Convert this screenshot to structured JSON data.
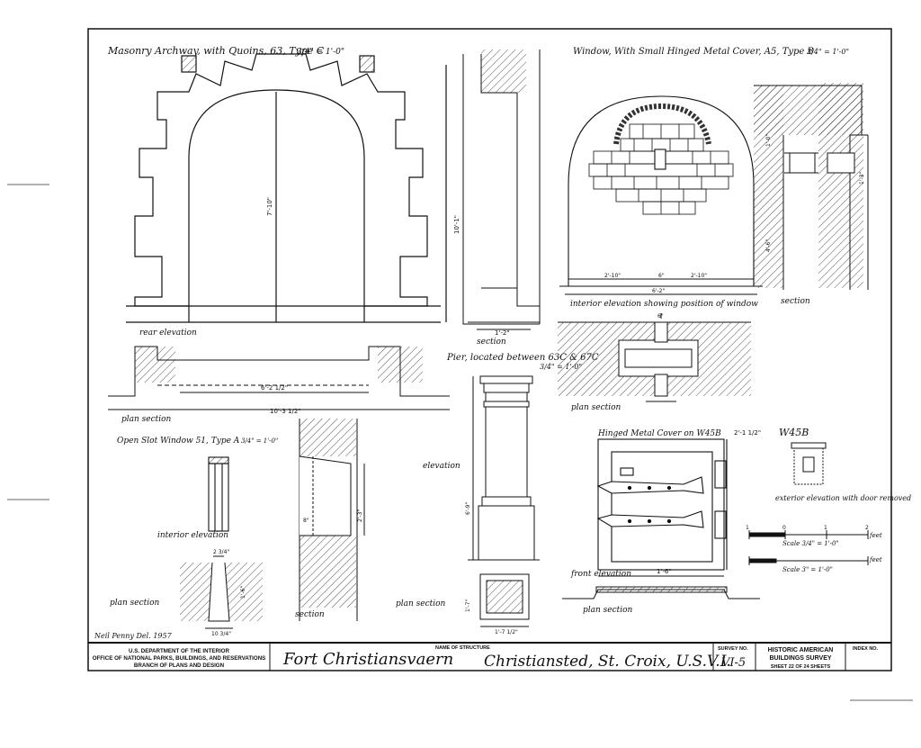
{
  "drawing": {
    "arch_title": "Masonry Archway, with Quoins, 63, Type C",
    "arch_scale": "3/4\" = 1'-0\"",
    "arch_height_dim": "7'-10\"",
    "arch_side_dim": "10'-1\"",
    "rear_elevation": "rear elevation",
    "plan_section_1": "plan section",
    "arch_inner_width": "6'-2 1/2\"",
    "arch_outer_width": "10'-3 1/2\"",
    "mid_section": "section",
    "mid_width": "1'-2\"",
    "window_title": "Window, With Small Hinged Metal Cover, A5, Type B",
    "window_scale": "3/4\" = 1'-0\"",
    "interior_elev_note": "interior elevation showing position of window",
    "window_dim_left": "2'-10\"",
    "window_dim_mid": "6\"",
    "window_dim_right": "2'-10\"",
    "window_total": "6'-2\"",
    "window_section": "section",
    "window_h1": "1'-0\"",
    "window_h2": "1'-3\"",
    "window_h3": "4'-6\"",
    "plan_section_2": "plan section",
    "window_plan_dim": "6\"",
    "pier_title": "Pier, located between 63C & 67C",
    "pier_scale": "3/4\" = 1'-0\"",
    "pier_elevation": "elevation",
    "pier_height": "6'-9\"",
    "pier_width": "1'-7 1/2\"",
    "pier_plan_dim": "1'-7\"",
    "plan_section_pier": "plan section",
    "slot_title": "Open Slot Window 51, Type A",
    "slot_scale": "3/4\" = 1'-0\"",
    "slot_interior_elev": "interior elevation",
    "slot_plan_section": "plan section",
    "slot_dim_top": "2 3/4\"",
    "slot_dim_bottom": "10 3/4\"",
    "slot_dim_side": "1'-6\"",
    "slot_section": "section",
    "slot_section_dim": "2'-3\"",
    "slot_section_dim2": "8\"",
    "hinged_title": "Hinged Metal Cover on W45B",
    "hinged_height": "2'-1 1/2\"",
    "hinged_width": "1'-6\"",
    "front_elevation": "front elevation",
    "hinged_plan_section": "plan section",
    "w45b": "W45B",
    "w45b_note": "exterior elevation with door removed",
    "scale1_label": "Scale 3/4\" = 1'-0\"",
    "scale1_unit": "feet",
    "scale1_ticks": [
      "1",
      "0",
      "1",
      "2"
    ],
    "scale2_label": "Scale 3\" = 1'-0\"",
    "scale2_unit": "feet",
    "delineator": "Neil Penny  Del. 1957"
  },
  "titleblock": {
    "dept1": "U.S. DEPARTMENT OF THE INTERIOR",
    "dept2": "OFFICE OF NATIONAL PARKS, BUILDINGS, AND RESERVATIONS",
    "dept3": "BRANCH OF PLANS AND DESIGN",
    "structure": "Fort Christiansvaern",
    "name_label": "NAME OF STRUCTURE",
    "location": "Christiansted, St. Croix, U.S.V.I.",
    "survey_label": "SURVEY NO.",
    "survey_no": "VI-5",
    "habs1": "HISTORIC AMERICAN",
    "habs2": "BUILDINGS SURVEY",
    "sheet": "SHEET 22 OF 24 SHEETS",
    "index_label": "INDEX NO."
  }
}
